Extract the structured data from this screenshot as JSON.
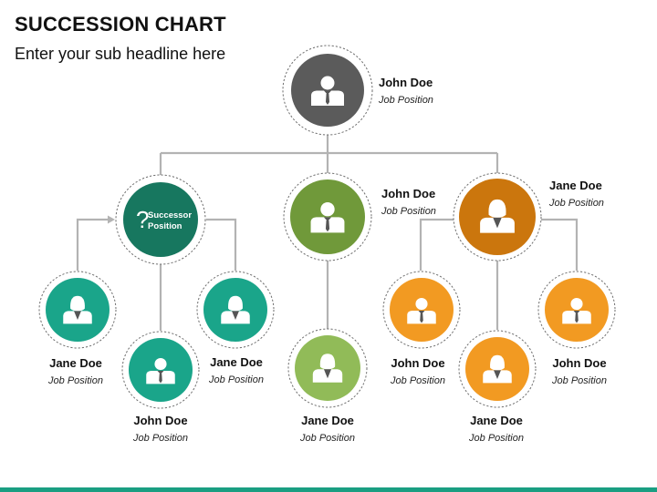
{
  "title": "SUCCESSION CHART",
  "subtitle": "Enter your sub headline here",
  "colors": {
    "root": "#5b5b5b",
    "successor": "#17775f",
    "teal": "#1aa58a",
    "green_dark": "#70993a",
    "green_light": "#91bb58",
    "orange_dark": "#cb760d",
    "orange": "#f29a22",
    "connector": "#b3b3b3",
    "accent_bar": "#1a9e82"
  },
  "nodes": [
    {
      "id": "root",
      "name": "John Doe",
      "position": "Job Position",
      "gender": "male",
      "color": "#5b5b5b"
    },
    {
      "id": "successor",
      "successor_label_1": "Successor",
      "successor_label_2": "Position",
      "question_mark": "?",
      "color": "#17775f"
    },
    {
      "id": "mid",
      "name": "John Doe",
      "position": "Job Position",
      "gender": "male",
      "color": "#70993a"
    },
    {
      "id": "right",
      "name": "Jane Doe",
      "position": "Job Position",
      "gender": "female",
      "color": "#cb760d"
    },
    {
      "id": "l1",
      "name": "Jane Doe",
      "position": "Job Position",
      "gender": "female",
      "color": "#1aa58a"
    },
    {
      "id": "l2",
      "name": "John Doe",
      "position": "Job Position",
      "gender": "male",
      "color": "#1aa58a"
    },
    {
      "id": "l3",
      "name": "Jane Doe",
      "position": "Job Position",
      "gender": "female",
      "color": "#1aa58a"
    },
    {
      "id": "m1",
      "name": "Jane Doe",
      "position": "Job Position",
      "gender": "female",
      "color": "#91bb58"
    },
    {
      "id": "r1",
      "name": "John Doe",
      "position": "Job Position",
      "gender": "male",
      "color": "#f29a22"
    },
    {
      "id": "r2",
      "name": "Jane Doe",
      "position": "Job Position",
      "gender": "female",
      "color": "#f29a22"
    },
    {
      "id": "r3",
      "name": "John Doe",
      "position": "Job Position",
      "gender": "male",
      "color": "#f29a22"
    }
  ]
}
